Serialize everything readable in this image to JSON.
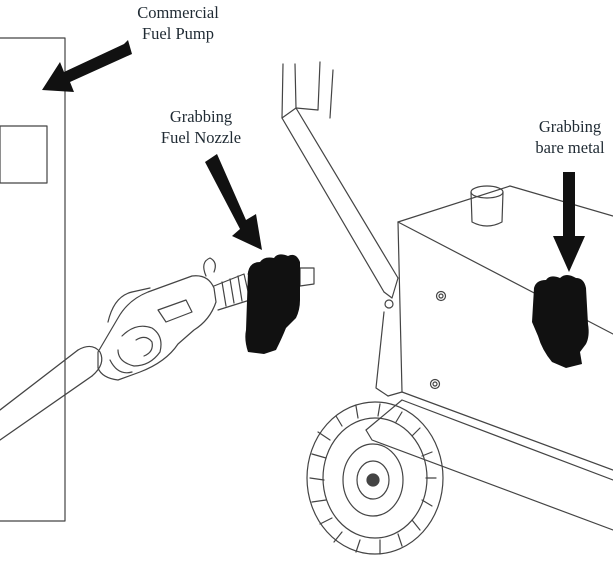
{
  "labels": {
    "pump": {
      "line1": "Commercial",
      "line2": "Fuel Pump"
    },
    "nozzle": {
      "line1": "Grabbing",
      "line2": "Fuel Nozzle"
    },
    "metal": {
      "line1": "Grabbing",
      "line2": "bare metal"
    }
  },
  "colors": {
    "arrow": "#111111",
    "hand": "#111111",
    "line_art": "#444444",
    "text": "#1f2a33"
  },
  "icons": [
    "arrow-icon",
    "hand-icon"
  ]
}
